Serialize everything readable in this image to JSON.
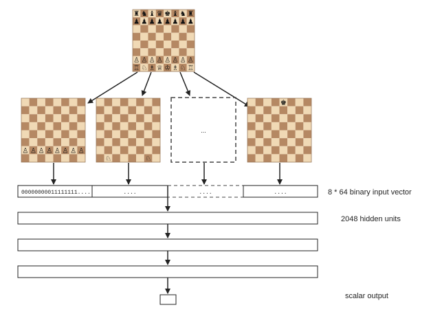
{
  "colors": {
    "light_square": "#f0d9b5",
    "dark_square": "#b58863",
    "line": "#222222",
    "dashed": "#444444"
  },
  "top_board": {
    "white_back_rank": [
      "♖",
      "♘",
      "♗",
      "♕",
      "♔",
      "♗",
      "♘",
      "♖"
    ],
    "black_back_rank": [
      "♜",
      "♞",
      "♝",
      "♛",
      "♚",
      "♝",
      "♞",
      "♜"
    ],
    "white_pawn": "♙",
    "black_pawn": "♟"
  },
  "plane_boards": [
    {
      "kind": "pawns",
      "piece": "♙"
    },
    {
      "kind": "knights",
      "piece": "♘"
    },
    {
      "kind": "placeholder",
      "text": "..."
    },
    {
      "kind": "black-king",
      "piece": "♚"
    }
  ],
  "input_segments": [
    "00000000011111111....",
    "....",
    "....",
    "...."
  ],
  "labels": {
    "input_vector": "8 * 64 binary input vector",
    "hidden_units": "2048 hidden units",
    "scalar_output": "scalar output"
  }
}
